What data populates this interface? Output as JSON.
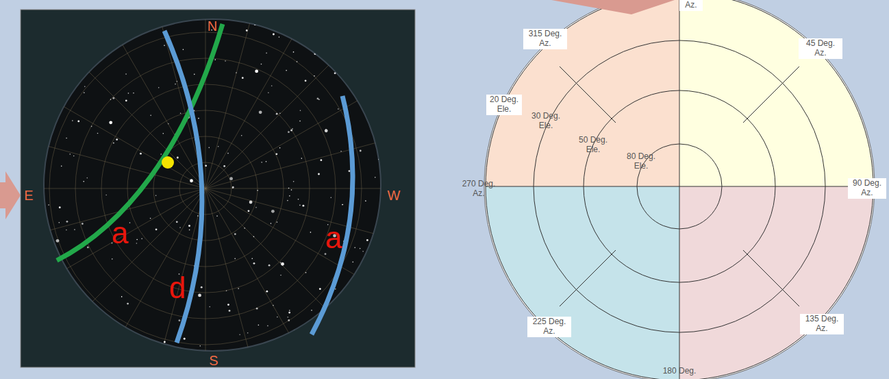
{
  "diagram": {
    "labels": [
      "N",
      "E",
      "W",
      "a",
      "a",
      "d",
      "S",
      "Az.",
      "315 Deg. Az.",
      "45 Deg. Az.",
      "20 Deg. Ele.",
      "30 Deg. Ele.",
      "50 Deg. Ele.",
      "80 Deg. Ele.",
      "270 Deg. Az.",
      "90 Deg. Az.",
      "225 Deg. Az.",
      "135 Deg. Az.",
      "180 Deg."
    ]
  }
}
